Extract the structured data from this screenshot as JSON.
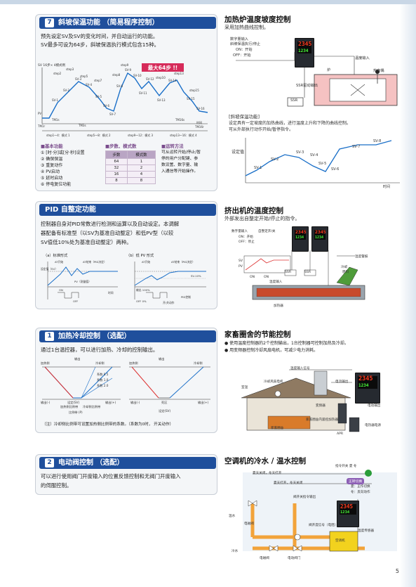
{
  "page_number": "5",
  "s1": {
    "num": "7",
    "title": "斜坡保温功能 （简易程序控制）",
    "p1": "预先设定SV及SV的变化时间，并自动运行的功能。",
    "p2": "SV最多可设为64步，斜坡保温执行模式包含15种。",
    "chart": {
      "sv_axis": "SV 16步× 4模式例",
      "max_label": "最大64步 !!",
      "pv": "PV",
      "tm": "TM1r",
      "steps_top": [
        "step2",
        "step3",
        "step5",
        "step7",
        "step8",
        "step9",
        "step10",
        "step13",
        "step15"
      ],
      "sv_labels": [
        "SV-1",
        "SV-2",
        "SV-3",
        "SV-4",
        "SV-5",
        "SV-6",
        "SV-7",
        "SV-8",
        "SV-9",
        "SV-10",
        "SV-11",
        "SV-12",
        "SV-13",
        "SV-14",
        "SV-15",
        "SV-16"
      ],
      "tm_labels": [
        "TM1s",
        "TM3s",
        "TM16s",
        "TM16r"
      ],
      "bottom_steps": [
        "step1～4：模式 1",
        "step5～8：模式 2",
        "step9～12：模式 3",
        "step13～16：模式 4"
      ],
      "time": "时间"
    },
    "basic_title": "■基本功能",
    "basic_items": [
      "① [时·分]或[分·秒]设置",
      "② 确保保温",
      "③ 重复动作",
      "④ PV启动",
      "⑤ 延时启动",
      "⑥ 停电复位功能"
    ],
    "table_title": "■步数、模式数",
    "table_headers": [
      "步数",
      "模式数"
    ],
    "table_rows": [
      [
        "64",
        "1"
      ],
      [
        "32",
        "2"
      ],
      [
        "16",
        "4"
      ],
      [
        "8",
        "8"
      ]
    ],
    "run_title": "■运转方法",
    "run_text": [
      "可从运转开始/停止/暂",
      "停的用户分配键、参",
      "数设置、数字量、输",
      "入通信等开始操作。"
    ]
  },
  "r1": {
    "title": "加热炉温度坡度控制",
    "sub": "采用加热曲线控制。",
    "labels": {
      "digital": "数字量输入",
      "ramp": "斜坡保温执行/停止",
      "on": "ON：开始",
      "off": "OFF：开始",
      "temp_in": "温度输入",
      "furnace": "炉",
      "tc": "热电偶",
      "ssr_out": "SSR驱动输出",
      "ssr": "SSR"
    },
    "display_top": "2345",
    "display_bot": "1234",
    "note_title": "[斜坡保温功能]",
    "note1": "设定具有一定坡度的加热曲线，进行温度上升和下降的曲线控制。",
    "note2": "可从外部执行动作开始/暂停指令。",
    "chart": {
      "ylabel": "设定值",
      "xlabel": "时间",
      "labels": [
        "SV-1",
        "SV-2",
        "SV-3",
        "SV-4",
        "SV-5",
        "SV-6",
        "SV-7",
        "SV-8"
      ]
    }
  },
  "s2": {
    "title": "PID 自整定功能",
    "p1": "控制器自身对PID常数进行检测和运算以及自动设定。本调解",
    "p2": "器配备有标准型（以SV为基准自动整定）和低PV型（以较",
    "p3": "SV值低10%处为基准自动整定）两种。",
    "a_title": "（a）标准形式",
    "b_title": "（b）低 PV 形式",
    "labels": {
      "at": "AT开始",
      "at_end": "AT结束（PID决定）",
      "sv": "设定值（SV）",
      "pv": "PV（测量值）",
      "on": "ON",
      "off": "OFF",
      "sv10": "SV-10%",
      "time": "时间",
      "out": "控制输出",
      "out100": "输出 100%",
      "out0": "OFF 0%",
      "pid": "PID控制",
      "onoff": "开/关动作"
    }
  },
  "r2": {
    "title": "挤出机的温度控制",
    "sub": "外部发出自整定开始/停止的指令。",
    "labels": {
      "digital": "数字量输入",
      "autotune": "自整定开/关",
      "on": "ON：开始",
      "off": "OFF：停止",
      "temp_feed": "温度警报",
      "temp_in": "温度输入",
      "ssr": "SSR",
      "heater": "加热器",
      "cool": "冷却",
      "hopper": "原料",
      "barrel": "成品",
      "sv": "SV",
      "pv": "PV",
      "on2": "ON",
      "on3": "ON",
      "tempfb": "温度输入"
    },
    "display_top": "2345",
    "display_bot": "1234"
  },
  "s3": {
    "num": "1",
    "title": "加热冷却控制 （选配）",
    "p1": "通过1台温控器，可以进行加热、冷却的控制输出。",
    "chart": {
      "heat": "加热侧",
      "cool": "冷却侧",
      "output": "输出",
      "c05": "系数 0.5",
      "c10": "系数 1.0",
      "c20": "系数 2.0",
      "dead": "死区",
      "sv": "设定(SV)",
      "prop": "比例带 (P)",
      "heat_prop": "加热侧比例带",
      "cool_prop": "冷却侧比例带",
      "out_minus": "输出(-)",
      "out_plus": "输出(+)",
      "dead2": "死区",
      "sv2": "设定(SV)"
    },
    "note": "（注）冷却侧比例带可设置加热侧比例带的系数。（系数为0时， 开关动作）"
  },
  "r3": {
    "title": "家畜圈舍的节能控制",
    "b1": "● 使用温度控制器的2个控制输出，1台控制器可控制加热及冷却。",
    "b2": "● 用变频器控制冷却风扇电机，可减少电力消耗。",
    "labels": {
      "temp_in": "温度输入信号",
      "ctrl_out": "电流输出",
      "room": "室温",
      "fan": "冷却风扇电机",
      "inverter": "变频器",
      "heater": "家畜圈舍内遥控加热器",
      "motor_out": "电动输出",
      "house": "家畜圈舍",
      "apr": "APR",
      "heat_power": "电热器电源"
    },
    "display_top": "2345",
    "display_bot": "1234"
  },
  "s4": {
    "num": "2",
    "title": "电动阀控制 （选配）",
    "p1": "可以进行使用阀门开度输入的位置反馈控制和无阀门开度输入",
    "p2": "的伺服控制。"
  },
  "r4": {
    "title": "空调机的冷水 / 温水控制",
    "labels": {
      "switch": "指令开关 夏 冬",
      "summer_open": "夏天关闭，冬天打开",
      "summer_close": "夏天打开，冬天关闭",
      "valve_out": "阀开关指令输出",
      "badge": "正转切换",
      "summer": "夏：正作切换",
      "winter": "冬：反向动作",
      "hot": "温水",
      "valve1": "电磁阀",
      "cold": "冷水",
      "valve2": "电磁阀",
      "valve3": "电动阀门",
      "open_fb": "阀开度信号（电阻）",
      "sensor": "温度传感器",
      "ac": "空调机"
    },
    "display_top": "2345",
    "display_bot": "1234"
  }
}
